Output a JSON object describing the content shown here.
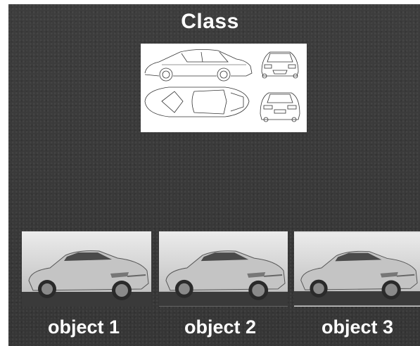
{
  "slide": {
    "title": "Class",
    "class_image": "car-blueprint-drawing",
    "objects": [
      {
        "label": "object 1",
        "image": "car-photo"
      },
      {
        "label": "object 2",
        "image": "car-photo"
      },
      {
        "label": "object 3",
        "image": "car-photo"
      }
    ]
  },
  "colors": {
    "background": "#3a3a3a",
    "text": "#ffffff",
    "car_body": "#bfbfbf"
  }
}
